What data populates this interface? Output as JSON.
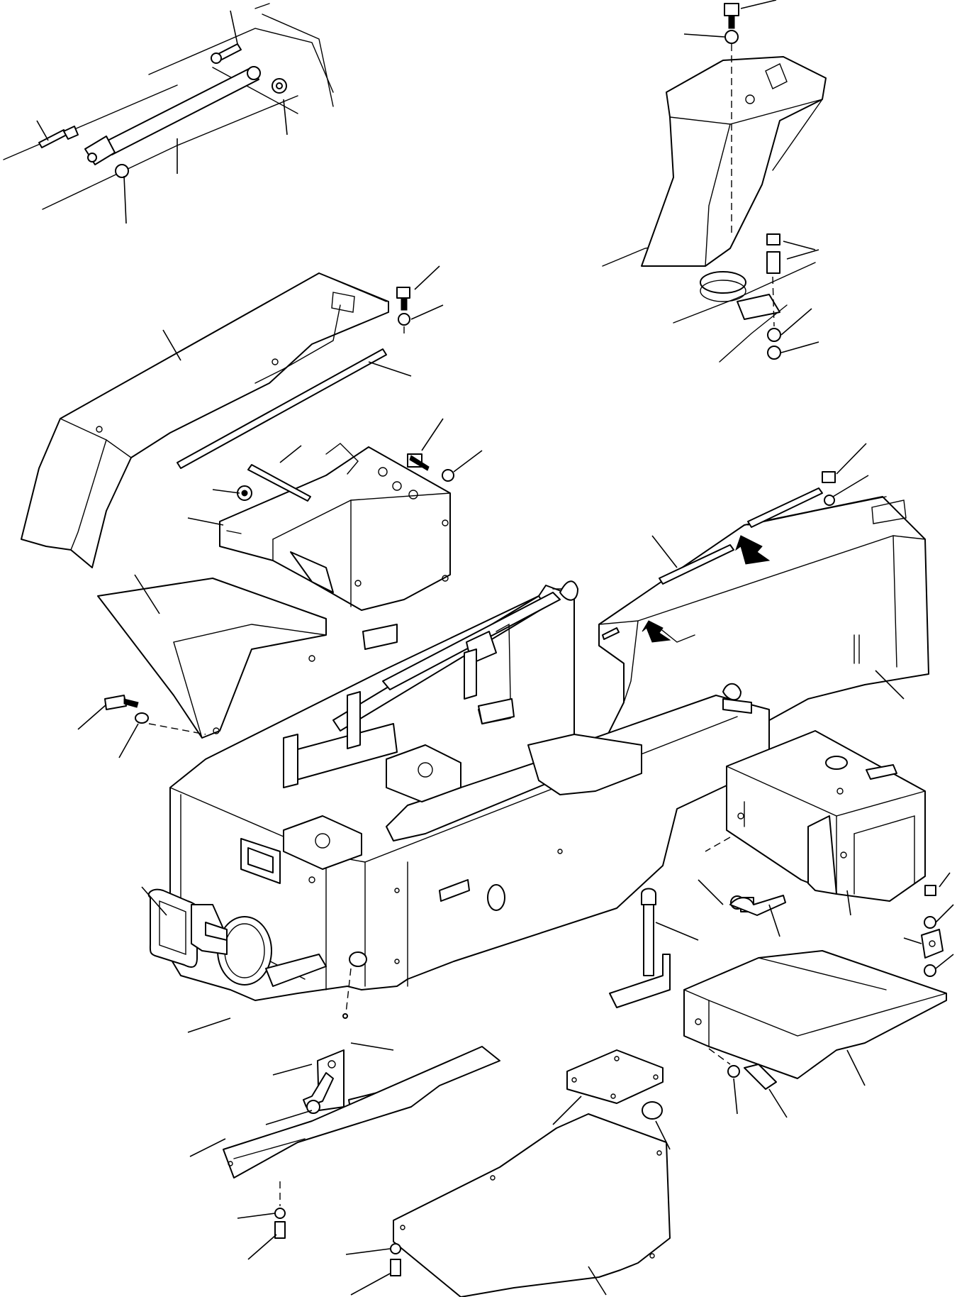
{
  "diagram": {
    "parts": [
      {
        "id": "gas-spring-assembly",
        "icon": "gas-strut"
      },
      {
        "id": "column-cover",
        "icon": "cover"
      },
      {
        "id": "left-fender",
        "icon": "fender"
      },
      {
        "id": "right-fender",
        "icon": "fender"
      },
      {
        "id": "left-battery-box",
        "icon": "box"
      },
      {
        "id": "right-battery-box",
        "icon": "box"
      },
      {
        "id": "left-step",
        "icon": "plate"
      },
      {
        "id": "right-step",
        "icon": "plate"
      },
      {
        "id": "main-frame",
        "icon": "frame"
      },
      {
        "id": "under-cover-front",
        "icon": "plate"
      },
      {
        "id": "under-cover-rear",
        "icon": "plate"
      },
      {
        "id": "square-plate",
        "icon": "plate"
      }
    ]
  }
}
